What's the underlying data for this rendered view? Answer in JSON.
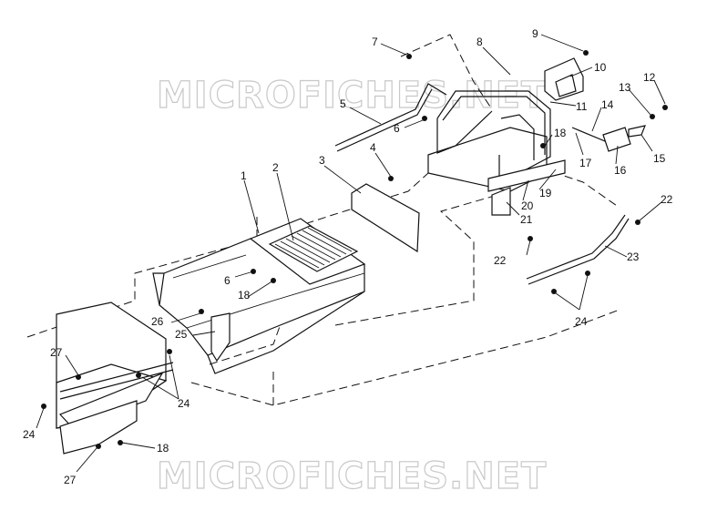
{
  "watermark": {
    "top": "MICROFICHES.NET",
    "bottom": "MICROFICHES.NET"
  },
  "callouts": [
    {
      "id": "c1",
      "text": "1"
    },
    {
      "id": "c2",
      "text": "2"
    },
    {
      "id": "c3",
      "text": "3"
    },
    {
      "id": "c4",
      "text": "4"
    },
    {
      "id": "c5",
      "text": "5"
    },
    {
      "id": "c6a",
      "text": "6"
    },
    {
      "id": "c6b",
      "text": "6"
    },
    {
      "id": "c7",
      "text": "7"
    },
    {
      "id": "c8",
      "text": "8"
    },
    {
      "id": "c9",
      "text": "9"
    },
    {
      "id": "c10",
      "text": "10"
    },
    {
      "id": "c11",
      "text": "11"
    },
    {
      "id": "c12",
      "text": "12"
    },
    {
      "id": "c13",
      "text": "13"
    },
    {
      "id": "c14",
      "text": "14"
    },
    {
      "id": "c15",
      "text": "15"
    },
    {
      "id": "c16",
      "text": "16"
    },
    {
      "id": "c17",
      "text": "17"
    },
    {
      "id": "c18a",
      "text": "18"
    },
    {
      "id": "c18b",
      "text": "18"
    },
    {
      "id": "c18c",
      "text": "18"
    },
    {
      "id": "c19",
      "text": "19"
    },
    {
      "id": "c20",
      "text": "20"
    },
    {
      "id": "c21",
      "text": "21"
    },
    {
      "id": "c22a",
      "text": "22"
    },
    {
      "id": "c22b",
      "text": "22"
    },
    {
      "id": "c23",
      "text": "23"
    },
    {
      "id": "c24a",
      "text": "24"
    },
    {
      "id": "c24b",
      "text": "24"
    },
    {
      "id": "c24c",
      "text": "24"
    },
    {
      "id": "c25",
      "text": "25"
    },
    {
      "id": "c26",
      "text": "26"
    },
    {
      "id": "c27a",
      "text": "27"
    },
    {
      "id": "c27b",
      "text": "27"
    }
  ]
}
